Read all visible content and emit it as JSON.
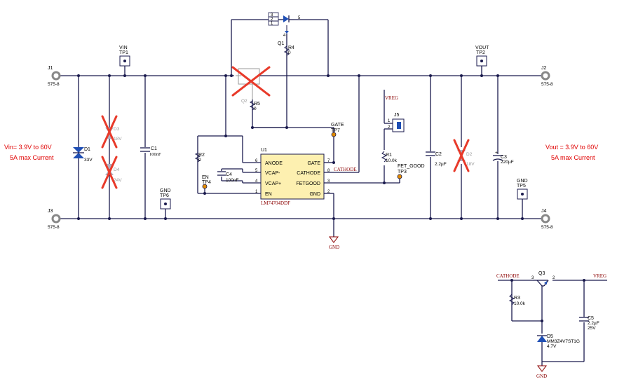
{
  "connectors": {
    "j1": {
      "ref": "J1",
      "part": "575-8"
    },
    "j2": {
      "ref": "J2",
      "part": "575-8"
    },
    "j3": {
      "ref": "J3",
      "part": "575-8"
    },
    "j4": {
      "ref": "J4",
      "part": "575-8"
    },
    "j5": {
      "ref": "J5"
    }
  },
  "testpoints": {
    "tp1": {
      "name": "VIN",
      "ref": "TP1"
    },
    "tp2": {
      "name": "VOUT",
      "ref": "TP2"
    },
    "tp3": {
      "name": "FET_GOOD",
      "ref": "TP3"
    },
    "tp4": {
      "name": "EN",
      "ref": "TP4"
    },
    "tp5": {
      "name": "GND",
      "ref": "TP5"
    },
    "tp6": {
      "name": "GND",
      "ref": "TP6"
    },
    "tp7": {
      "name": "GATE",
      "ref": "TP7"
    }
  },
  "components": {
    "d1": {
      "ref": "D1",
      "value": "33V"
    },
    "d2": {
      "ref": "D2",
      "value": "18V"
    },
    "d3": {
      "ref": "D3",
      "value": "18V"
    },
    "d4": {
      "ref": "D4",
      "value": "24V"
    },
    "d5": {
      "ref": "D5",
      "part": "MM3Z4V7ST1G",
      "value": "4.7V"
    },
    "c1": {
      "ref": "C1",
      "value": "100nF"
    },
    "c2": {
      "ref": "C2",
      "value": "2.2µF"
    },
    "c3": {
      "ref": "C3",
      "value": "220µF"
    },
    "c4": {
      "ref": "C4",
      "value": "100nF"
    },
    "c5": {
      "ref": "C5",
      "value": "2.2µF",
      "rating": "25V"
    },
    "r1": {
      "ref": "R1",
      "value": "10.0k"
    },
    "r2": {
      "ref": "R2",
      "value": "0"
    },
    "r3": {
      "ref": "R3",
      "value": "10.0k"
    },
    "r4": {
      "ref": "R4",
      "value": "0"
    },
    "r5": {
      "ref": "R5",
      "value": "0"
    },
    "q1": {
      "ref": "Q1"
    },
    "q2": {
      "ref": "Q2"
    },
    "q3": {
      "ref": "Q3"
    }
  },
  "ic": {
    "ref": "U1",
    "part": "LM74704DDF",
    "pins_left": [
      {
        "name": "ANODE",
        "num": "6"
      },
      {
        "name": "VCAP-",
        "num": "5"
      },
      {
        "name": "VCAP+",
        "num": "4"
      },
      {
        "name": "EN",
        "num": "1"
      }
    ],
    "pins_right": [
      {
        "name": "GATE",
        "num": "7"
      },
      {
        "name": "CATHODE",
        "num": "8"
      },
      {
        "name": "FETGOOD",
        "num": "3"
      },
      {
        "name": "GND",
        "num": "2"
      }
    ]
  },
  "nets": {
    "cathode": "CATHODE",
    "vreg": "VREG",
    "gnd": "GND"
  },
  "pin_numbers": {
    "q1_pins": [
      "3",
      "2",
      "1",
      "5",
      "4"
    ],
    "j5_pins": [
      "1",
      "2"
    ],
    "q3_pins": [
      "3",
      "2"
    ]
  },
  "annotations": {
    "vin_spec": "Vin= 3.9V to 60V",
    "vin_current": "5A max Current",
    "vout_spec": "Vout = 3.9V to 60V",
    "vout_current": "5A max Current"
  }
}
